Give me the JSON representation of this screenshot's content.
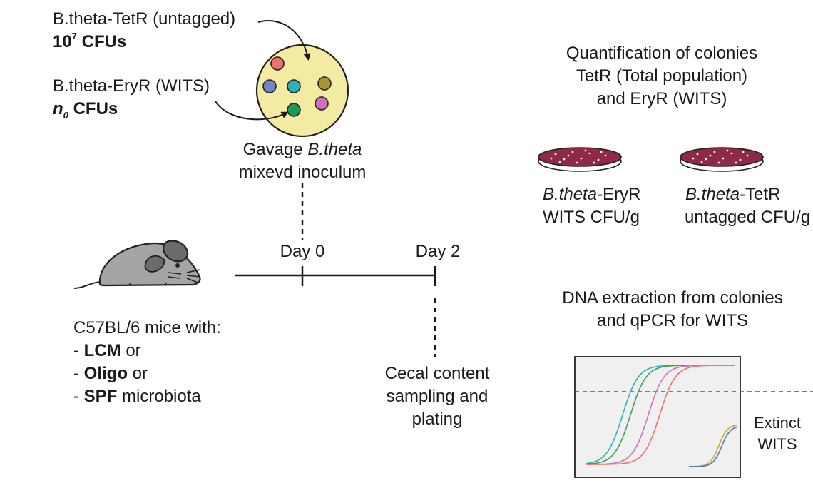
{
  "inoculum": {
    "untagged_name": "B.theta-TetR (untagged)",
    "untagged_count_base": "10",
    "untagged_count_exp": "7",
    "untagged_count_unit": "CFUs",
    "wits_name": "B.theta-EryR (WITS)",
    "wits_count_symbol": "n",
    "wits_count_sub": "0",
    "wits_count_unit": "CFUs",
    "gavage_prefix": "Gavage ",
    "gavage_species": "B.theta",
    "gavage_line2": "mixevd inoculum"
  },
  "colonies": [
    {
      "color": "#f07070"
    },
    {
      "color": "#6f86c6"
    },
    {
      "color": "#2bb3b8"
    },
    {
      "color": "#a8962e"
    },
    {
      "color": "#1f9a53"
    },
    {
      "color": "#cf6fbd"
    }
  ],
  "mice": {
    "line1": "C57BL/6 mice with:",
    "groups": [
      {
        "prefix": "- ",
        "name": "LCM",
        "suffix": " or"
      },
      {
        "prefix": "- ",
        "name": "Oligo",
        "suffix": " or"
      },
      {
        "prefix": "- ",
        "name": "SPF",
        "suffix": " microbiota"
      }
    ]
  },
  "timeline": {
    "day0": "Day 0",
    "day2": "Day 2",
    "sampling_line1": "Cecal content",
    "sampling_line2": "sampling and",
    "sampling_line3": "plating"
  },
  "quantification": {
    "line1": "Quantification of colonies",
    "line2": "TetR (Total population)",
    "line3": "and EryR (WITS)"
  },
  "plates": [
    {
      "species": "B.theta",
      "marker": "-EryR",
      "line2": "WITS CFU/g"
    },
    {
      "species": "B.theta",
      "marker": "-TetR",
      "line2": "untagged CFU/g"
    }
  ],
  "qpcr": {
    "line1": "DNA extraction from colonies",
    "line2": "and qPCR for WITS",
    "extinct_line1": "Extinct",
    "extinct_line2": "WITS",
    "curve_colors": [
      "#2bb3b8",
      "#3aa05a",
      "#cf6fbd",
      "#f07070",
      "#d4a62a",
      "#4a78c2"
    ]
  },
  "colors": {
    "plate_fill": "#f4eba3",
    "plate_stroke": "#222222",
    "mouse_fill": "#a4a4a4",
    "petri_fill": "#8e2a45",
    "chart_bg": "#f0f0f0"
  }
}
